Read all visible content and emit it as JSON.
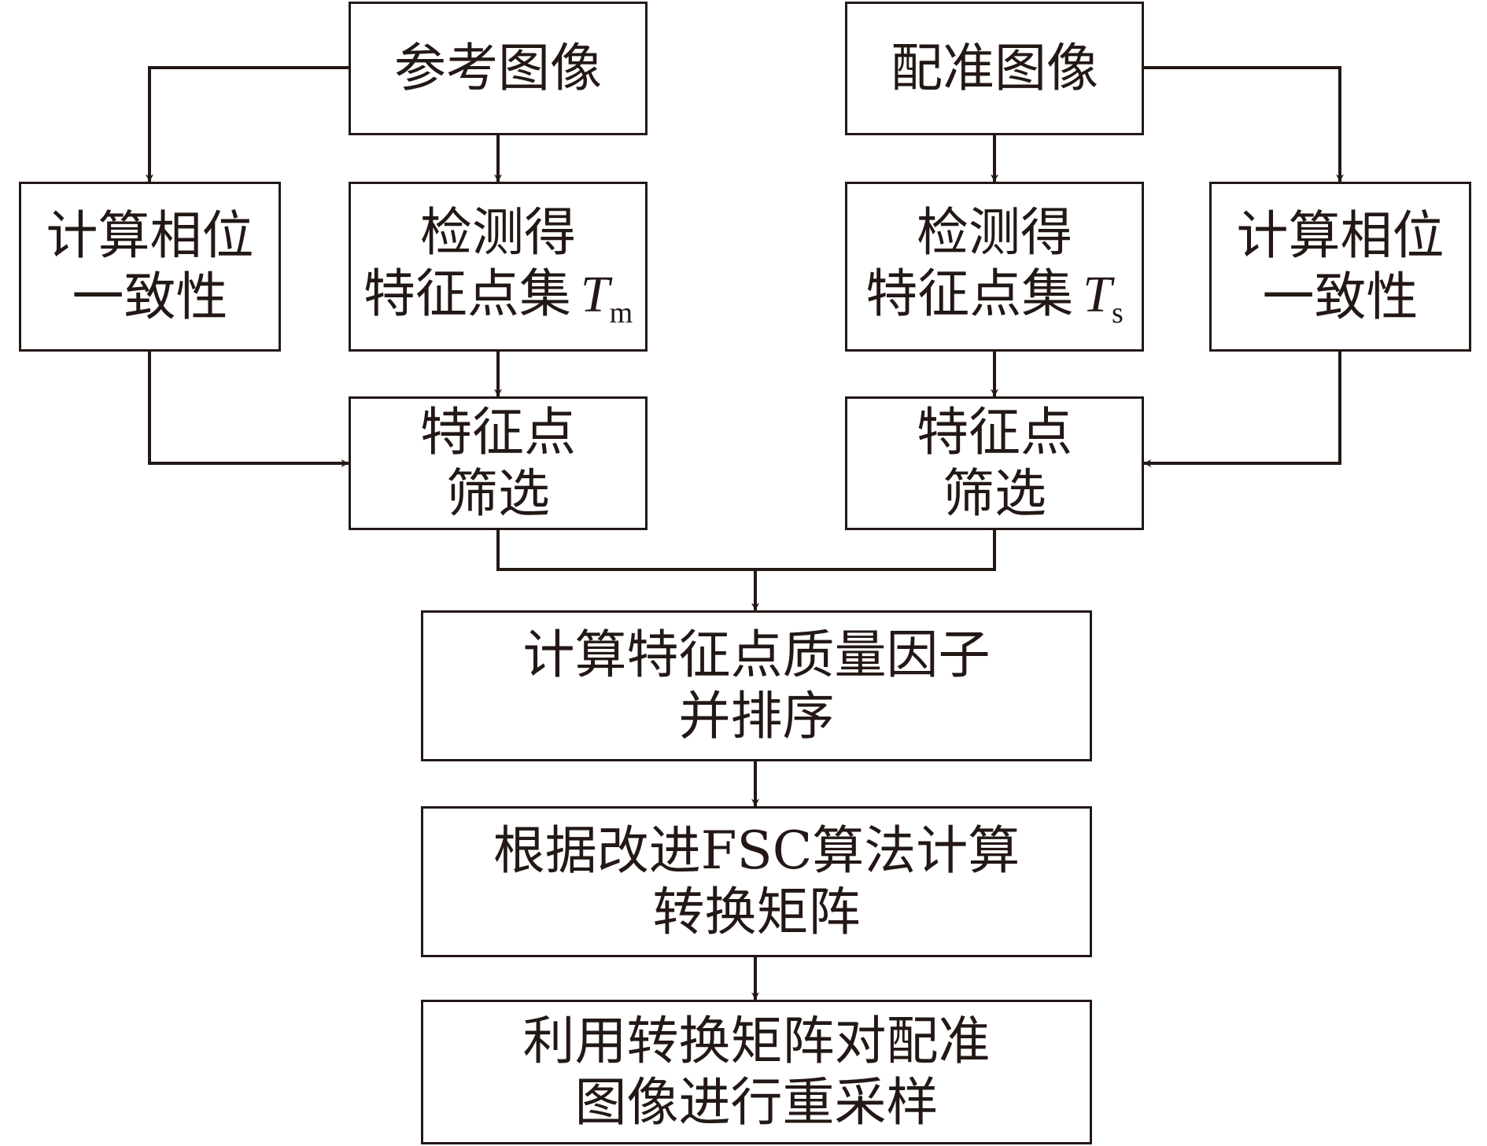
{
  "nodes": {
    "ref_image": "参考图像",
    "reg_image": "配准图像",
    "phase_left": {
      "line1": "计算相位",
      "line2": "一致性"
    },
    "phase_right": {
      "line1": "计算相位",
      "line2": "一致性"
    },
    "detect_left": {
      "line1": "检测得",
      "line2": "特征点集",
      "symbol": "T",
      "subscript": "m"
    },
    "detect_right": {
      "line1": "检测得",
      "line2": "特征点集",
      "symbol": "T",
      "subscript": "s"
    },
    "filter_left": {
      "line1": "特征点",
      "line2": "筛选"
    },
    "filter_right": {
      "line1": "特征点",
      "line2": "筛选"
    },
    "quality": {
      "line1": "计算特征点质量因子",
      "line2": "并排序"
    },
    "transform": {
      "line1": "根据改进FSC算法计算",
      "line2": "转换矩阵"
    },
    "resample": {
      "line1": "利用转换矩阵对配准",
      "line2": "图像进行重采样"
    }
  },
  "colors": {
    "stroke": "#231815",
    "background": "#ffffff"
  }
}
